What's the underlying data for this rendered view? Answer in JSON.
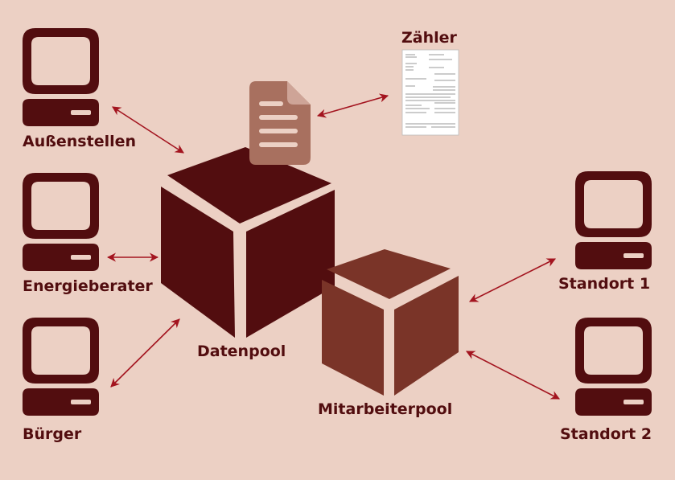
{
  "title": "Datenpool Netzwerk",
  "nodes": {
    "aussenstellen": "Außenstellen",
    "energieberater": "Energieberater",
    "buerger": "Bürger",
    "datenpool": "Datenpool",
    "mitarbeiterpool": "Mitarbeiterpool",
    "zaehler": "Zähler",
    "standort1": "Standort 1",
    "standort2": "Standort 2"
  },
  "icons": [
    "computer-icon",
    "cube-icon",
    "document-icon",
    "scanned-document"
  ],
  "colors": {
    "background": "#ecd0c4",
    "primary": "#520d0f",
    "secondary": "#7a3428",
    "document": "#a8705f",
    "arrow": "#a3141f"
  }
}
